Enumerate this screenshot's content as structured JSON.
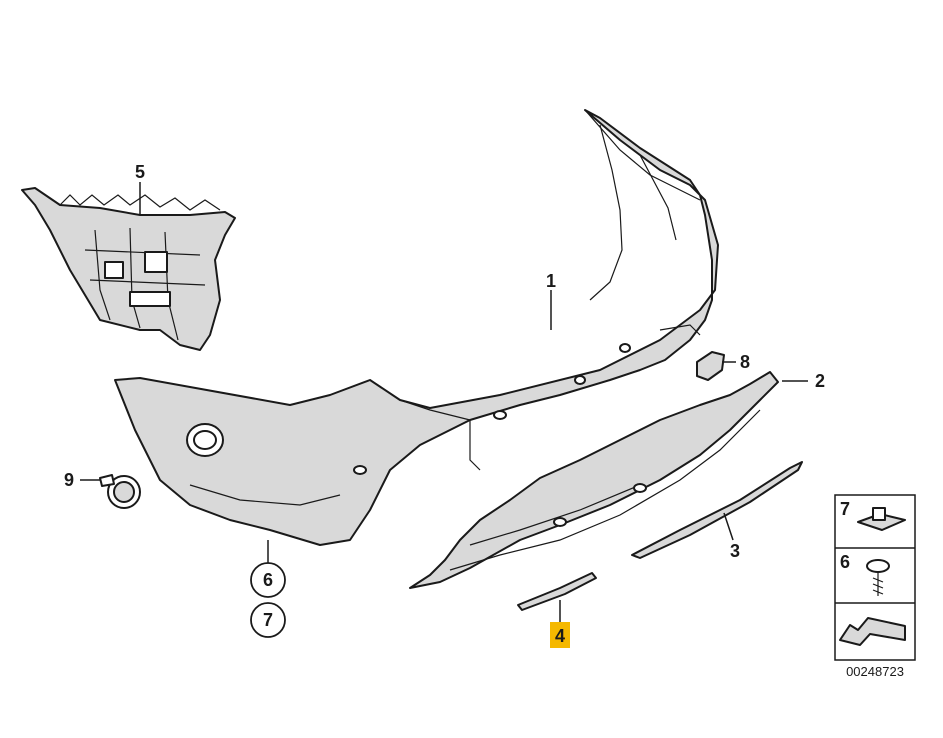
{
  "diagram": {
    "callouts": {
      "p1": "1",
      "p2": "2",
      "p3": "3",
      "p4": "4",
      "p5": "5",
      "p6": "6",
      "p7": "7",
      "p8": "8",
      "p9": "9"
    },
    "circled_callouts": {
      "c6": "6",
      "c7": "7"
    },
    "legend": {
      "item_7": "7",
      "item_6": "6"
    },
    "diagram_number": "00248723",
    "highlight_color": "#f5b800"
  }
}
